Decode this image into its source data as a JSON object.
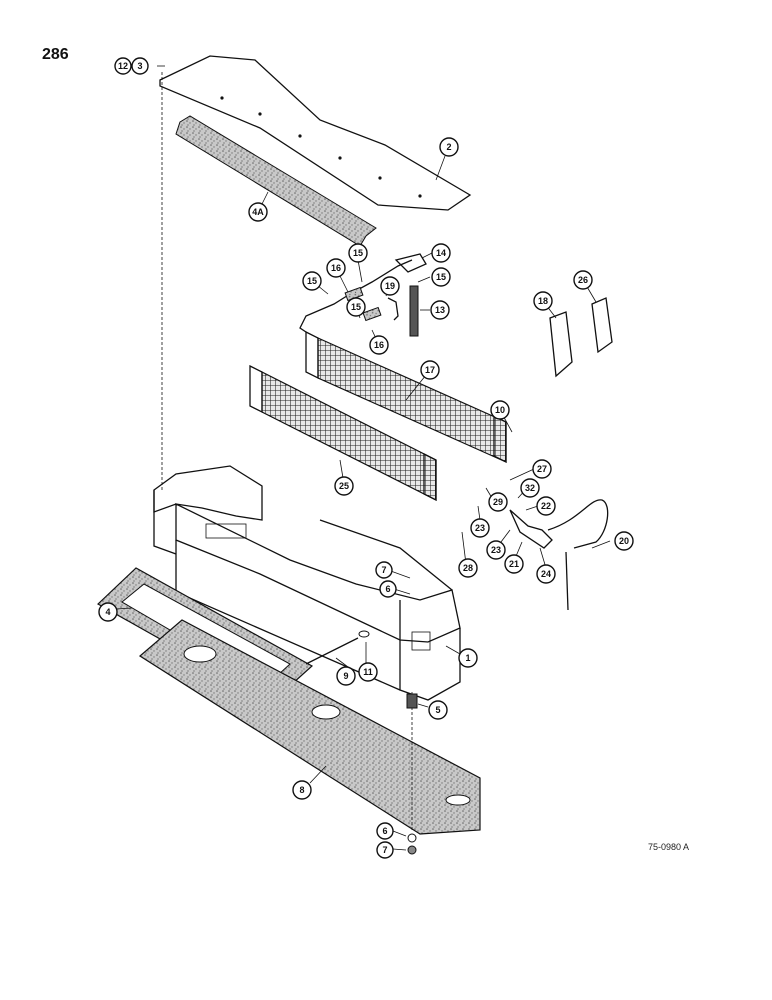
{
  "page": {
    "number": "286",
    "drawing_code": "75-0980 A"
  },
  "callouts": [
    {
      "id": "12",
      "label": "12"
    },
    {
      "id": "3",
      "label": "3"
    },
    {
      "id": "2",
      "label": "2"
    },
    {
      "id": "4A",
      "label": "4A"
    },
    {
      "id": "14",
      "label": "14"
    },
    {
      "id": "15a",
      "label": "15"
    },
    {
      "id": "15b",
      "label": "15"
    },
    {
      "id": "15c",
      "label": "15"
    },
    {
      "id": "15d",
      "label": "15"
    },
    {
      "id": "16a",
      "label": "16"
    },
    {
      "id": "16b",
      "label": "16"
    },
    {
      "id": "19",
      "label": "19"
    },
    {
      "id": "13",
      "label": "13"
    },
    {
      "id": "18",
      "label": "18"
    },
    {
      "id": "26",
      "label": "26"
    },
    {
      "id": "17",
      "label": "17"
    },
    {
      "id": "10",
      "label": "10"
    },
    {
      "id": "25",
      "label": "25"
    },
    {
      "id": "27",
      "label": "27"
    },
    {
      "id": "29",
      "label": "29"
    },
    {
      "id": "32",
      "label": "32"
    },
    {
      "id": "22",
      "label": "22"
    },
    {
      "id": "23a",
      "label": "23"
    },
    {
      "id": "23b",
      "label": "23"
    },
    {
      "id": "20",
      "label": "20"
    },
    {
      "id": "21",
      "label": "21"
    },
    {
      "id": "24",
      "label": "24"
    },
    {
      "id": "28",
      "label": "28"
    },
    {
      "id": "7a",
      "label": "7"
    },
    {
      "id": "6a",
      "label": "6"
    },
    {
      "id": "4",
      "label": "4"
    },
    {
      "id": "9",
      "label": "9"
    },
    {
      "id": "11",
      "label": "11"
    },
    {
      "id": "1",
      "label": "1"
    },
    {
      "id": "5",
      "label": "5"
    },
    {
      "id": "8",
      "label": "8"
    },
    {
      "id": "6b",
      "label": "6"
    },
    {
      "id": "7b",
      "label": "7"
    }
  ]
}
